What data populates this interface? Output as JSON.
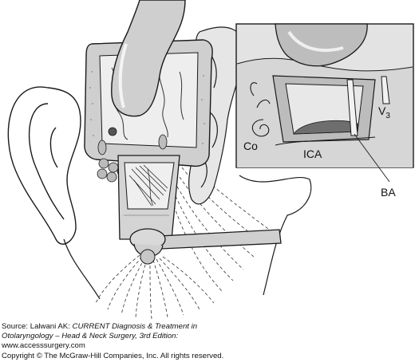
{
  "labels": {
    "co": "Co",
    "ica": "ICA",
    "v3_main": "V",
    "v3_sub": "3",
    "ba": "BA"
  },
  "caption": {
    "line1_prefix": "Source: Lalwani AK: ",
    "line1_italic": "CURRENT Diagnosis & Treatment in",
    "line2_italic": "Otolaryngology – Head & Neck Surgery, 3rd Edition:",
    "line3": "www.accesssurgery.com",
    "line4": "Copyright © The McGraw-Hill Companies, Inc. All rights reserved."
  },
  "colors": {
    "outline": "#1a1a1a",
    "shade_light": "#d9d9d9",
    "shade_mid": "#bdbdbd",
    "shade_dark": "#8c8c8c"
  }
}
